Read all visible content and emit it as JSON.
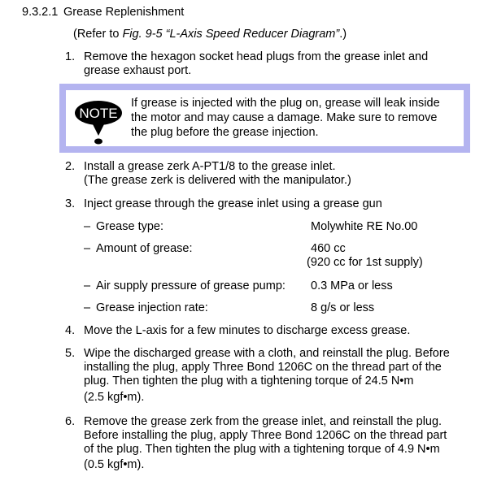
{
  "section": {
    "number": "9.3.2.1",
    "title": "Grease Replenishment"
  },
  "refer": {
    "prefix": "(Refer to ",
    "fig": "Fig. 9-5 “L-Axis Speed Reducer Diagram”",
    "suffix": ".)"
  },
  "steps": [
    {
      "num": "1.",
      "lines": [
        "Remove the hexagon socket head plugs from the grease inlet and",
        "grease exhaust port."
      ]
    },
    {
      "num": "2.",
      "lines": [
        "Install a grease zerk A-PT1/8 to the grease inlet.",
        "(The grease zerk is delivered with the manipulator.)"
      ]
    },
    {
      "num": "3.",
      "lines": [
        "Inject grease through the grease inlet using a grease gun"
      ]
    },
    {
      "num": "4.",
      "lines": [
        "Move the L-axis for a few minutes to discharge excess grease."
      ]
    },
    {
      "num": "5.",
      "lines": [
        "Wipe the discharged grease with a cloth, and reinstall the plug.  Before",
        "installing the plug, apply Three Bond 1206C on the thread part of the",
        "plug.  Then tighten the plug with a tightening torque of 24.5 N•m",
        "(2.5 kgf•m)."
      ]
    },
    {
      "num": "6.",
      "lines": [
        "Remove the grease zerk from the grease inlet, and reinstall the plug.",
        "Before installing the plug, apply Three Bond 1206C on the thread part",
        "of the plug.  Then tighten the plug with a tightening torque of 4.9 N•m",
        "(0.5 kgf•m)."
      ]
    }
  ],
  "note": {
    "label": "NOTE",
    "lines": [
      "If grease is injected with the plug on, grease will leak inside",
      "the motor and may cause a damage.  Make sure to remove",
      "the plug before the grease injection."
    ]
  },
  "specs": [
    {
      "dash": "–",
      "label": "Grease type:",
      "value": "Molywhite RE No.00"
    },
    {
      "dash": "–",
      "label": "Amount of grease:",
      "value": "460 cc",
      "value2": "(920 cc for 1st supply)"
    },
    {
      "dash": "–",
      "label": "Air supply pressure of grease pump:",
      "value": "0.3 MPa or less"
    },
    {
      "dash": "–",
      "label": "Grease injection rate:",
      "value": "8 g/s or less"
    }
  ],
  "colors": {
    "note_border": "#b4b4f0"
  }
}
